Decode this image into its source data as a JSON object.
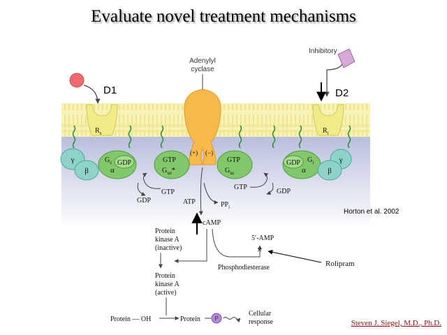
{
  "slide": {
    "title": "Evaluate novel treatment mechanisms",
    "credit": "Steven J. Siegel, M.D., Ph.D.",
    "citation": "Horton et al. 2002",
    "rolipram_label": "Rolipram"
  },
  "diagram": {
    "receptor_labels": {
      "d1": "D1",
      "d2": "D2"
    },
    "inhibitory_label": "Inhibitory",
    "adenylyl_cyclase": [
      "Adenylyl",
      "cyclase"
    ],
    "rs_main": "R",
    "rs_sub": "s",
    "ri_main": "R",
    "ri_sub": "i",
    "gs_main": "G",
    "gs_sub": "s",
    "gi_main": "G",
    "gi_sub": "i",
    "gdp": "GDP",
    "gtp": "GTP",
    "alpha": "α",
    "beta": "β",
    "gamma": "γ",
    "gsa_main": "G",
    "gsa_sub": "sα",
    "gsa_star": "*",
    "gia_main": "G",
    "gia_sub": "iα",
    "plus": "(+)",
    "minus": "(−)",
    "atp": "ATP",
    "ppi_main": "PP",
    "ppi_sub": "i",
    "camp": "cAMP",
    "five_amp": "5′-AMP",
    "phosphodiesterase": "Phosphodiesterase",
    "pka_inactive": [
      "Protein",
      "kinase A",
      "(inactive)"
    ],
    "pka_active": [
      "Protein",
      "kinase A",
      "(active)"
    ],
    "protein_oh": "Protein — OH",
    "protein": "Protein",
    "phospho": "P",
    "cellular_response": [
      "Cellular",
      "response"
    ]
  }
}
